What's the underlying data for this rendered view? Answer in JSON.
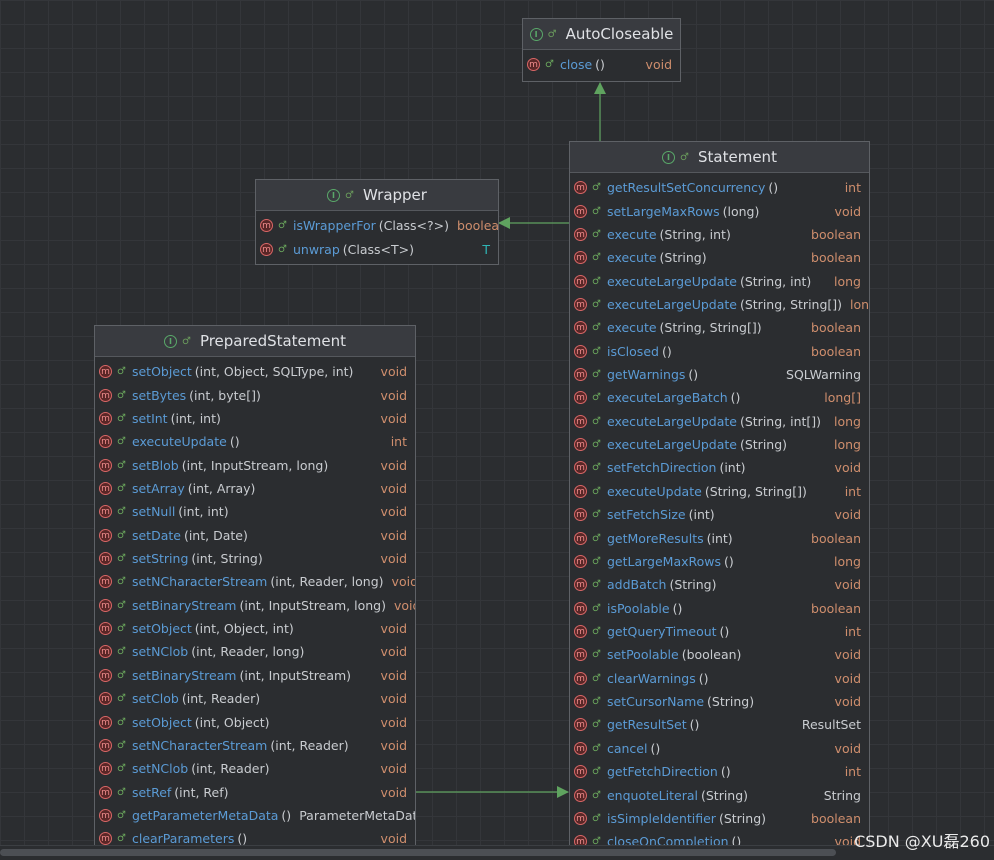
{
  "classes": {
    "autocloseable": {
      "name": "AutoCloseable",
      "methods": [
        {
          "name": "close",
          "params": "()",
          "ret": "void",
          "ret_style": "kw"
        }
      ]
    },
    "wrapper": {
      "name": "Wrapper",
      "methods": [
        {
          "name": "isWrapperFor",
          "params": "(Class<?>)",
          "ret": "boolean",
          "ret_style": "kw"
        },
        {
          "name": "unwrap",
          "params": "(Class<T>)",
          "ret": "T",
          "ret_style": "gen"
        }
      ]
    },
    "statement": {
      "name": "Statement",
      "methods": [
        {
          "name": "getResultSetConcurrency",
          "params": "()",
          "ret": "int",
          "ret_style": "kw"
        },
        {
          "name": "setLargeMaxRows",
          "params": "(long)",
          "ret": "void",
          "ret_style": "kw"
        },
        {
          "name": "execute",
          "params": "(String, int)",
          "ret": "boolean",
          "ret_style": "kw"
        },
        {
          "name": "execute",
          "params": "(String)",
          "ret": "boolean",
          "ret_style": "kw"
        },
        {
          "name": "executeLargeUpdate",
          "params": "(String, int)",
          "ret": "long",
          "ret_style": "kw"
        },
        {
          "name": "executeLargeUpdate",
          "params": "(String, String[])",
          "ret": "long",
          "ret_style": "kw"
        },
        {
          "name": "execute",
          "params": "(String, String[])",
          "ret": "boolean",
          "ret_style": "kw"
        },
        {
          "name": "isClosed",
          "params": "()",
          "ret": "boolean",
          "ret_style": "kw"
        },
        {
          "name": "getWarnings",
          "params": "()",
          "ret": "SQLWarning",
          "ret_style": "type"
        },
        {
          "name": "executeLargeBatch",
          "params": "()",
          "ret": "long[]",
          "ret_style": "kw"
        },
        {
          "name": "executeLargeUpdate",
          "params": "(String, int[])",
          "ret": "long",
          "ret_style": "kw"
        },
        {
          "name": "executeLargeUpdate",
          "params": "(String)",
          "ret": "long",
          "ret_style": "kw"
        },
        {
          "name": "setFetchDirection",
          "params": "(int)",
          "ret": "void",
          "ret_style": "kw"
        },
        {
          "name": "executeUpdate",
          "params": "(String, String[])",
          "ret": "int",
          "ret_style": "kw"
        },
        {
          "name": "setFetchSize",
          "params": "(int)",
          "ret": "void",
          "ret_style": "kw"
        },
        {
          "name": "getMoreResults",
          "params": "(int)",
          "ret": "boolean",
          "ret_style": "kw"
        },
        {
          "name": "getLargeMaxRows",
          "params": "()",
          "ret": "long",
          "ret_style": "kw"
        },
        {
          "name": "addBatch",
          "params": "(String)",
          "ret": "void",
          "ret_style": "kw"
        },
        {
          "name": "isPoolable",
          "params": "()",
          "ret": "boolean",
          "ret_style": "kw"
        },
        {
          "name": "getQueryTimeout",
          "params": "()",
          "ret": "int",
          "ret_style": "kw"
        },
        {
          "name": "setPoolable",
          "params": "(boolean)",
          "ret": "void",
          "ret_style": "kw"
        },
        {
          "name": "clearWarnings",
          "params": "()",
          "ret": "void",
          "ret_style": "kw"
        },
        {
          "name": "setCursorName",
          "params": "(String)",
          "ret": "void",
          "ret_style": "kw"
        },
        {
          "name": "getResultSet",
          "params": "()",
          "ret": "ResultSet",
          "ret_style": "type"
        },
        {
          "name": "cancel",
          "params": "()",
          "ret": "void",
          "ret_style": "kw"
        },
        {
          "name": "getFetchDirection",
          "params": "()",
          "ret": "int",
          "ret_style": "kw"
        },
        {
          "name": "enquoteLiteral",
          "params": "(String)",
          "ret": "String",
          "ret_style": "type"
        },
        {
          "name": "isSimpleIdentifier",
          "params": "(String)",
          "ret": "boolean",
          "ret_style": "kw"
        },
        {
          "name": "closeOnCompletion",
          "params": "()",
          "ret": "void",
          "ret_style": "kw"
        }
      ]
    },
    "preparedstatement": {
      "name": "PreparedStatement",
      "methods": [
        {
          "name": "setObject",
          "params": "(int, Object, SQLType, int)",
          "ret": "void",
          "ret_style": "kw"
        },
        {
          "name": "setBytes",
          "params": "(int, byte[])",
          "ret": "void",
          "ret_style": "kw"
        },
        {
          "name": "setInt",
          "params": "(int, int)",
          "ret": "void",
          "ret_style": "kw"
        },
        {
          "name": "executeUpdate",
          "params": "()",
          "ret": "int",
          "ret_style": "kw"
        },
        {
          "name": "setBlob",
          "params": "(int, InputStream, long)",
          "ret": "void",
          "ret_style": "kw"
        },
        {
          "name": "setArray",
          "params": "(int, Array)",
          "ret": "void",
          "ret_style": "kw"
        },
        {
          "name": "setNull",
          "params": "(int, int)",
          "ret": "void",
          "ret_style": "kw"
        },
        {
          "name": "setDate",
          "params": "(int, Date)",
          "ret": "void",
          "ret_style": "kw"
        },
        {
          "name": "setString",
          "params": "(int, String)",
          "ret": "void",
          "ret_style": "kw"
        },
        {
          "name": "setNCharacterStream",
          "params": "(int, Reader, long)",
          "ret": "void",
          "ret_style": "kw"
        },
        {
          "name": "setBinaryStream",
          "params": "(int, InputStream, long)",
          "ret": "void",
          "ret_style": "kw"
        },
        {
          "name": "setObject",
          "params": "(int, Object, int)",
          "ret": "void",
          "ret_style": "kw"
        },
        {
          "name": "setNClob",
          "params": "(int, Reader, long)",
          "ret": "void",
          "ret_style": "kw"
        },
        {
          "name": "setBinaryStream",
          "params": "(int, InputStream)",
          "ret": "void",
          "ret_style": "kw"
        },
        {
          "name": "setClob",
          "params": "(int, Reader)",
          "ret": "void",
          "ret_style": "kw"
        },
        {
          "name": "setObject",
          "params": "(int, Object)",
          "ret": "void",
          "ret_style": "kw"
        },
        {
          "name": "setNCharacterStream",
          "params": "(int, Reader)",
          "ret": "void",
          "ret_style": "kw"
        },
        {
          "name": "setNClob",
          "params": "(int, Reader)",
          "ret": "void",
          "ret_style": "kw"
        },
        {
          "name": "setRef",
          "params": "(int, Ref)",
          "ret": "void",
          "ret_style": "kw"
        },
        {
          "name": "getParameterMetaData",
          "params": "()",
          "ret": "ParameterMetaData",
          "ret_style": "type"
        },
        {
          "name": "clearParameters",
          "params": "()",
          "ret": "void",
          "ret_style": "kw"
        }
      ]
    }
  },
  "icons": {
    "interface_badge": "I",
    "method_badge": "m",
    "visibility": "♂"
  },
  "colors": {
    "method_name": "#5b9bd5",
    "keyword_type": "#cf8e6d",
    "generic_type": "#2fb5b5",
    "edge": "#5fa35f"
  },
  "watermark": "CSDN @XU磊260"
}
